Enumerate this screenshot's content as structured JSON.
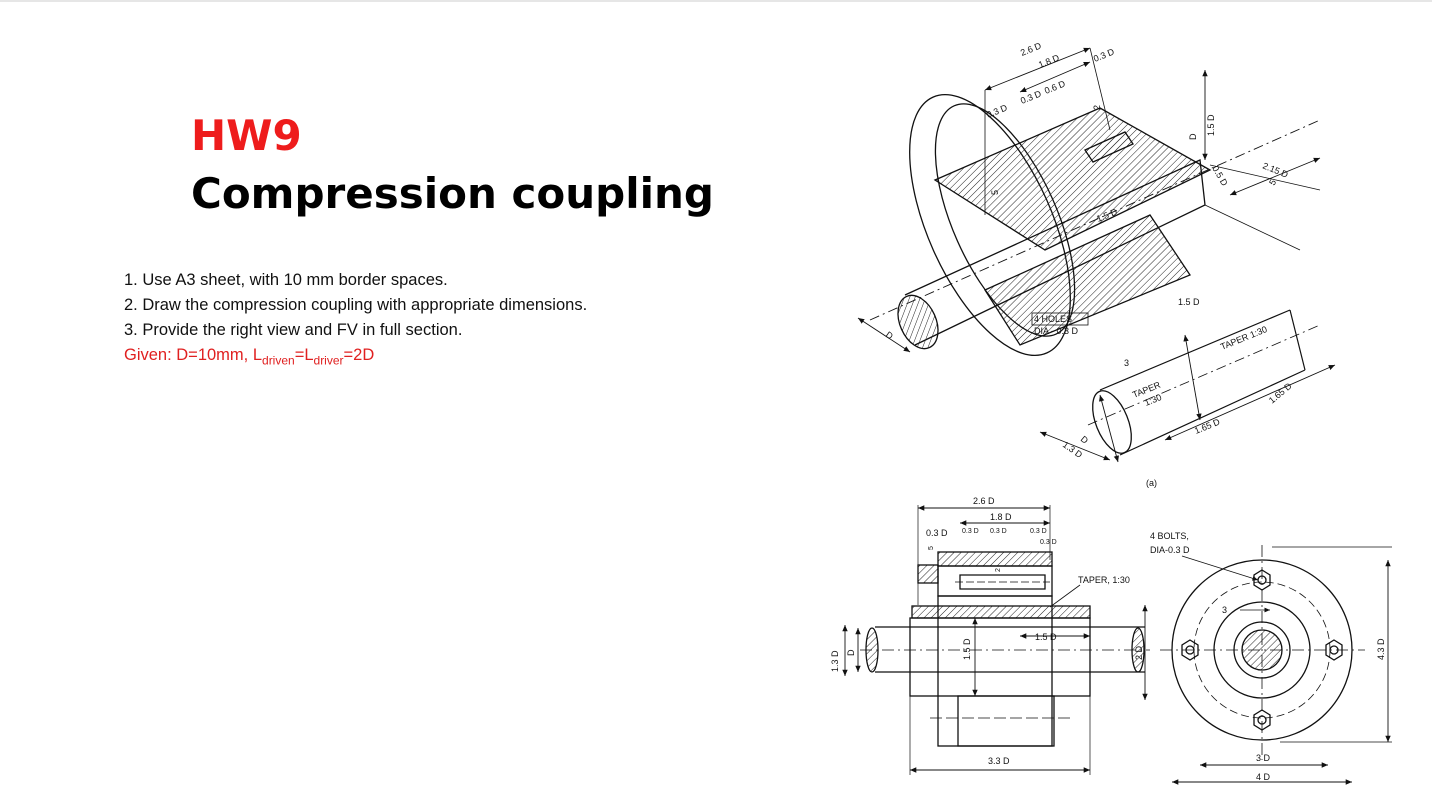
{
  "slide": {
    "hw": "HW9",
    "title": "Compression coupling",
    "instructions": [
      "1. Use A3 sheet, with 10 mm border spaces.",
      "2. Draw the compression coupling with appropriate dimensions.",
      "3. Provide the right view and FV in full section."
    ],
    "given": {
      "prefix": "Given: D=10mm, L",
      "sub1": "driven",
      "mid": "=L",
      "sub2": "driver",
      "suffix": "=2D"
    }
  },
  "iso": {
    "dims": [
      "2.6 D",
      "1.8 D",
      "0.3 D",
      "0.3 D",
      "0.6 D",
      "0.3 D",
      "5",
      "2",
      "D",
      "1.5 D",
      "0.5 D",
      "2.15 D",
      "5",
      "1.5 D",
      "D"
    ],
    "holes_1": "4 HOLES",
    "holes_2": "DIA - 0.3 D",
    "sleeve_dims": [
      "1.5 D",
      "TAPER 1:30",
      "3",
      "TAPER",
      "1:30",
      "1.65 D",
      "1.65 D",
      "D",
      "1.3 D"
    ],
    "caption": "(a)"
  },
  "front": {
    "dims": [
      "2.6 D",
      "1.8 D",
      "0.3 D",
      "0.3 D",
      "0.3 D",
      "0.3 D",
      "5",
      "2",
      "1.5 D",
      "1.3 D",
      "D",
      "1.5 D",
      "2 D",
      "3.3 D"
    ],
    "taper": "TAPER, 1:30"
  },
  "side": {
    "bolts_1": "4 BOLTS,",
    "bolts_2": "DIA-0.3 D",
    "dims": [
      "3",
      "3 D",
      "4 D",
      "4.3 D"
    ]
  },
  "colors": {
    "accent": "#ee1c1c",
    "text": "#111111"
  }
}
